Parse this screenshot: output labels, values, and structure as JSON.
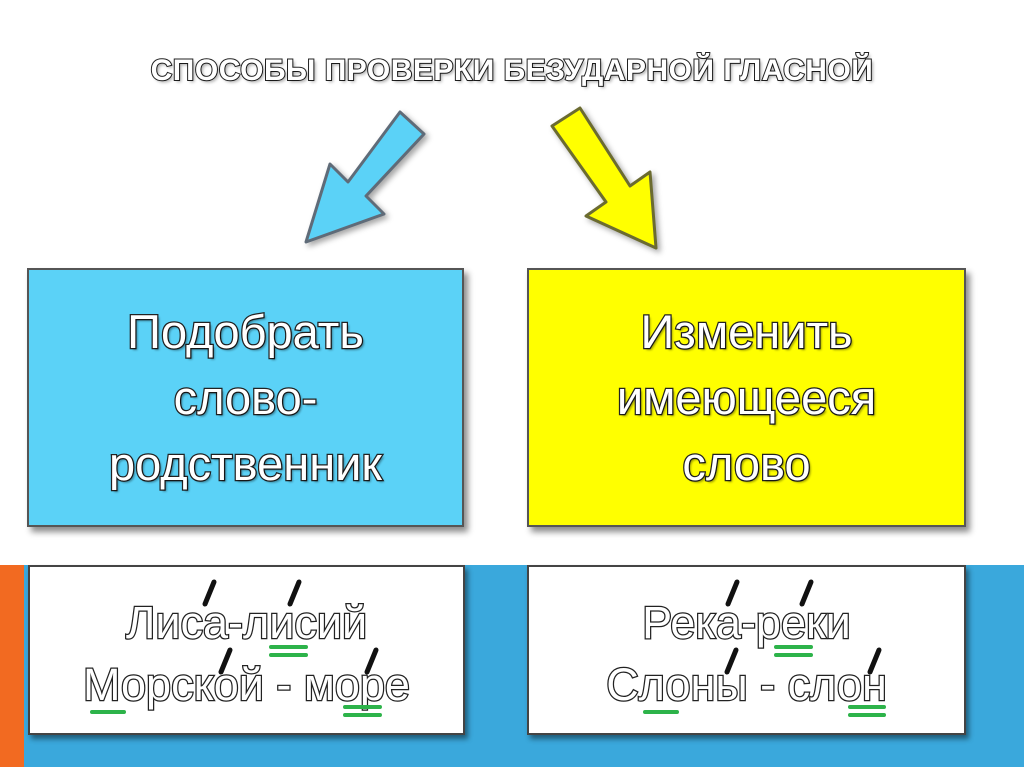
{
  "title": "СПОСОБЫ ПРОВЕРКИ БЕЗУДАРНОЙ ГЛАСНОЙ",
  "colors": {
    "blue_box": "#5bd2f7",
    "yellow_box": "#ffff00",
    "band_blue": "#3aa8dc",
    "band_orange": "#f26a21",
    "stress_mark": "#111111",
    "underline": "#2db34a"
  },
  "methods": [
    {
      "lines": [
        "Подобрать",
        "слово-",
        "родственник"
      ]
    },
    {
      "lines": [
        "Изменить",
        "имеющееся",
        "слово"
      ]
    }
  ],
  "examples": [
    {
      "lines": [
        "Лиса-лисий",
        "Морской - море"
      ]
    },
    {
      "lines": [
        "Река-реки",
        "Слоны - слон"
      ]
    }
  ]
}
